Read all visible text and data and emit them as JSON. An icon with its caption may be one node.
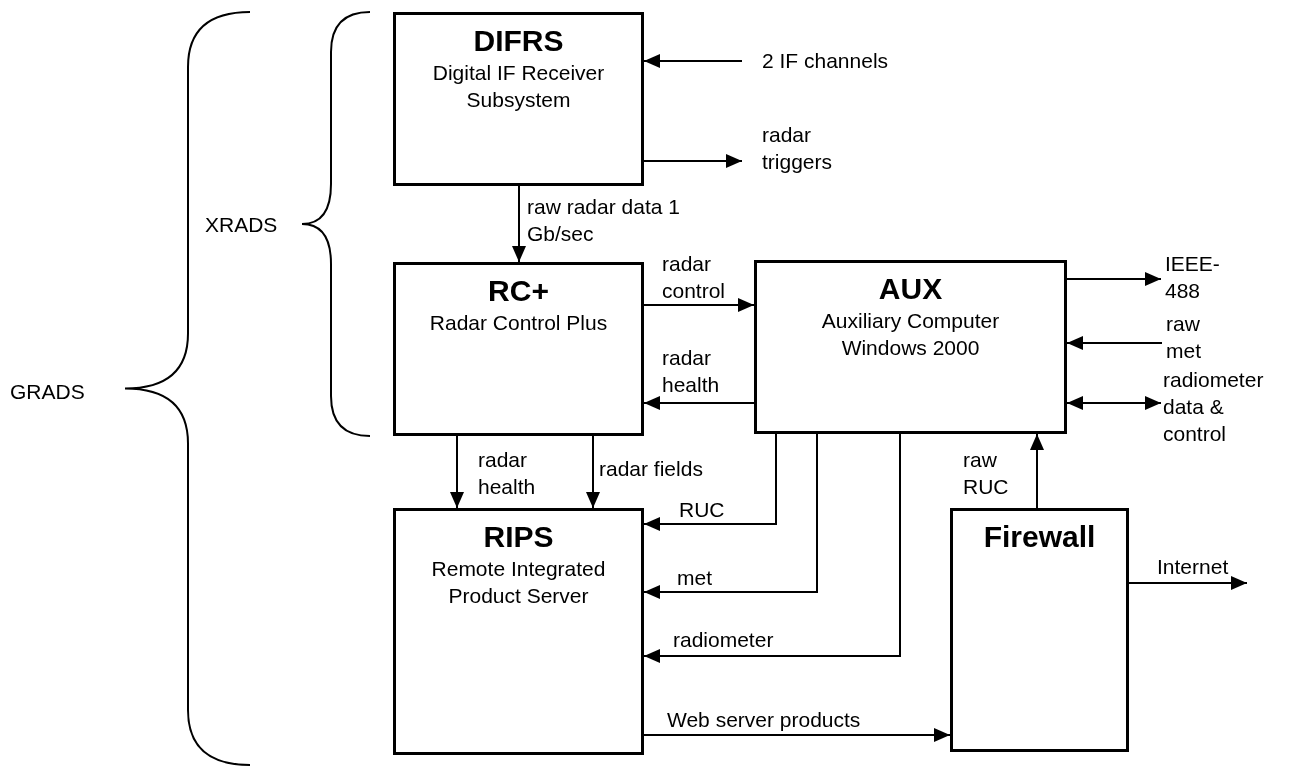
{
  "diagram": {
    "nodes": [
      {
        "text": [
          "DIFRS",
          "Digital IF Receiver Subsystem"
        ]
      },
      {
        "text": [
          "RC+",
          "Radar Control Plus"
        ]
      },
      {
        "text": [
          "AUX",
          "Auxiliary Computer Windows 2000"
        ]
      },
      {
        "text": [
          "RIPS",
          "Remote Integrated Product Server"
        ]
      },
      {
        "text": [
          "Firewall"
        ]
      }
    ],
    "edges": [
      {
        "from": 0,
        "to": 1,
        "arrow": "to",
        "label": "raw radar data 1 Gb/sec"
      },
      {
        "from": 1,
        "to": 2,
        "arrow": "to",
        "label": "radar control"
      },
      {
        "from": 2,
        "to": 1,
        "arrow": "to",
        "label": "radar health"
      },
      {
        "from": 1,
        "to": 3,
        "arrow": "to",
        "label": "radar health"
      },
      {
        "from": 1,
        "to": 3,
        "arrow": "to",
        "label": "radar fields"
      },
      {
        "from": 2,
        "to": 3,
        "arrow": "to",
        "label": "RUC"
      },
      {
        "from": 2,
        "to": 3,
        "arrow": "to",
        "label": "met"
      },
      {
        "from": 2,
        "to": 3,
        "arrow": "to",
        "label": "radiometer"
      },
      {
        "from": 4,
        "to": 2,
        "arrow": "to",
        "label": "raw RUC"
      },
      {
        "from": 3,
        "to": 4,
        "arrow": "to",
        "label": "Web server products"
      },
      {
        "from": null,
        "to": 0,
        "arrow": "to",
        "label": "2 IF channels"
      },
      {
        "from": 0,
        "to": null,
        "arrow": "to",
        "label": "radar triggers"
      },
      {
        "from": 2,
        "to": null,
        "arrow": "to",
        "label": "IEEE-488"
      },
      {
        "from": null,
        "to": 2,
        "arrow": "to",
        "label": "raw met"
      },
      {
        "from": 2,
        "to": null,
        "arrow": "both",
        "label": "radiometer data & control"
      },
      {
        "from": 4,
        "to": null,
        "arrow": "to",
        "label": "Internet"
      }
    ],
    "labels": [
      "XRADS",
      "GRADS"
    ]
  }
}
